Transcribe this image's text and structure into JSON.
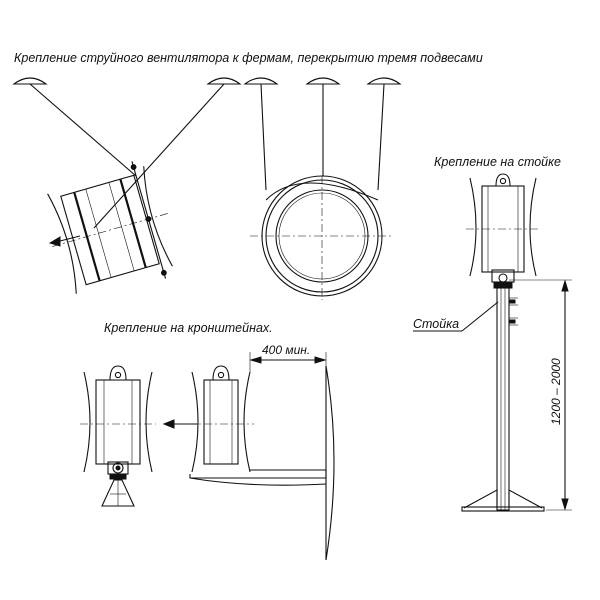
{
  "labels": {
    "top_caption": "Крепление струйного вентилятора к фермам, перекрытию тремя подвесами",
    "stand_caption": "Крепление на стойке",
    "bracket_caption": "Крепление на кронштейнах.",
    "min_distance": "400 мин.",
    "post_label": "Стойка",
    "height_range": "1200 – 2000"
  }
}
